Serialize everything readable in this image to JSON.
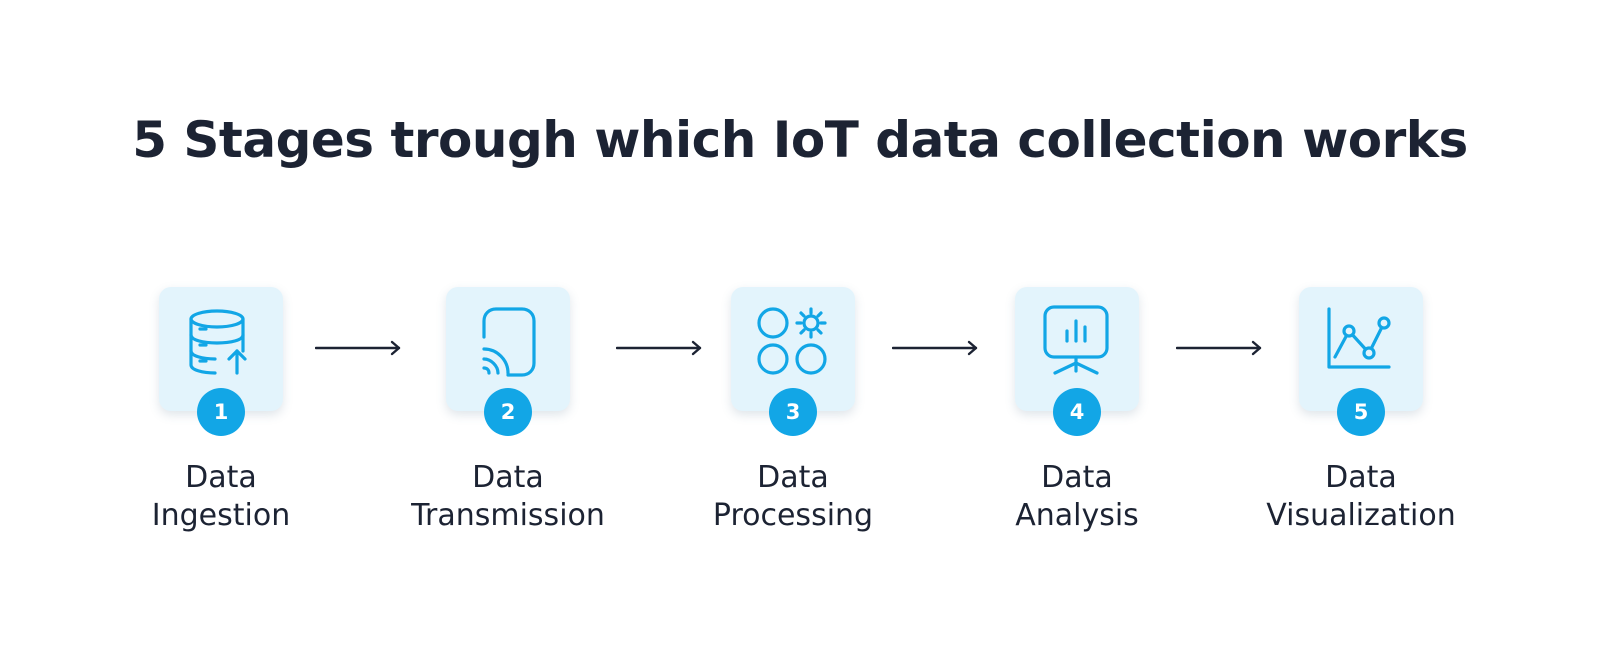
{
  "title": "5 Stages trough which IoT data collection works",
  "colors": {
    "accent": "#12a6e6",
    "card_background": "#e3f4fc",
    "text": "#1c2333"
  },
  "stages": [
    {
      "number": "1",
      "line1": "Data",
      "line2": "Ingestion",
      "icon": "database-upload-icon"
    },
    {
      "number": "2",
      "line1": "Data",
      "line2": "Transmission",
      "icon": "wireless-device-icon"
    },
    {
      "number": "3",
      "line1": "Data",
      "line2": "Processing",
      "icon": "circles-gear-icon"
    },
    {
      "number": "4",
      "line1": "Data",
      "line2": "Analysis",
      "icon": "presentation-board-icon"
    },
    {
      "number": "5",
      "line1": "Data",
      "line2": "Visualization",
      "icon": "line-chart-icon"
    }
  ]
}
